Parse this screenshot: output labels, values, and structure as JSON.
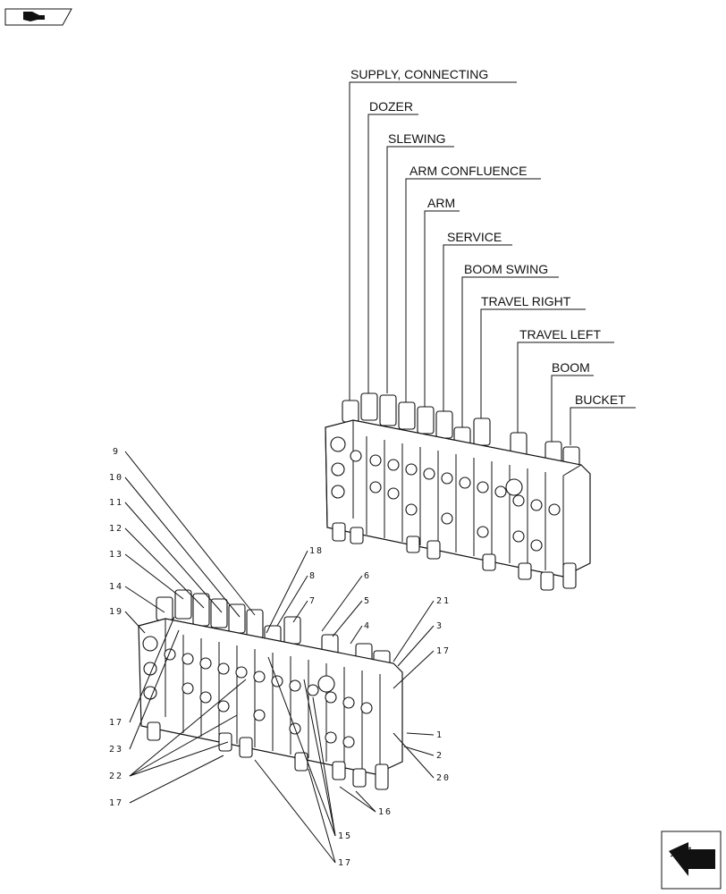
{
  "section_labels": [
    "SUPPLY, CONNECTING",
    "DOZER",
    "SLEWING",
    "ARM CONFLUENCE",
    "ARM",
    "SERVICE",
    "BOOM SWING",
    "TRAVEL RIGHT",
    "TRAVEL LEFT",
    "BOOM",
    "BUCKET"
  ],
  "callouts": {
    "c9": "9",
    "c10": "10",
    "c11": "11",
    "c12": "12",
    "c13": "13",
    "c14": "14",
    "c19": "19",
    "c17a": "17",
    "c23": "23",
    "c22": "22",
    "c17b": "17",
    "c18": "18",
    "c8": "8",
    "c6": "6",
    "c7": "7",
    "c5": "5",
    "c4": "4",
    "c21": "21",
    "c3": "3",
    "c17c": "17",
    "c1": "1",
    "c2": "2",
    "c20": "20",
    "c16": "16",
    "c15": "15",
    "c17d": "17"
  },
  "icons": {
    "top_left": "hand-book-icon",
    "bottom_right": "navigate-arrow-icon"
  }
}
